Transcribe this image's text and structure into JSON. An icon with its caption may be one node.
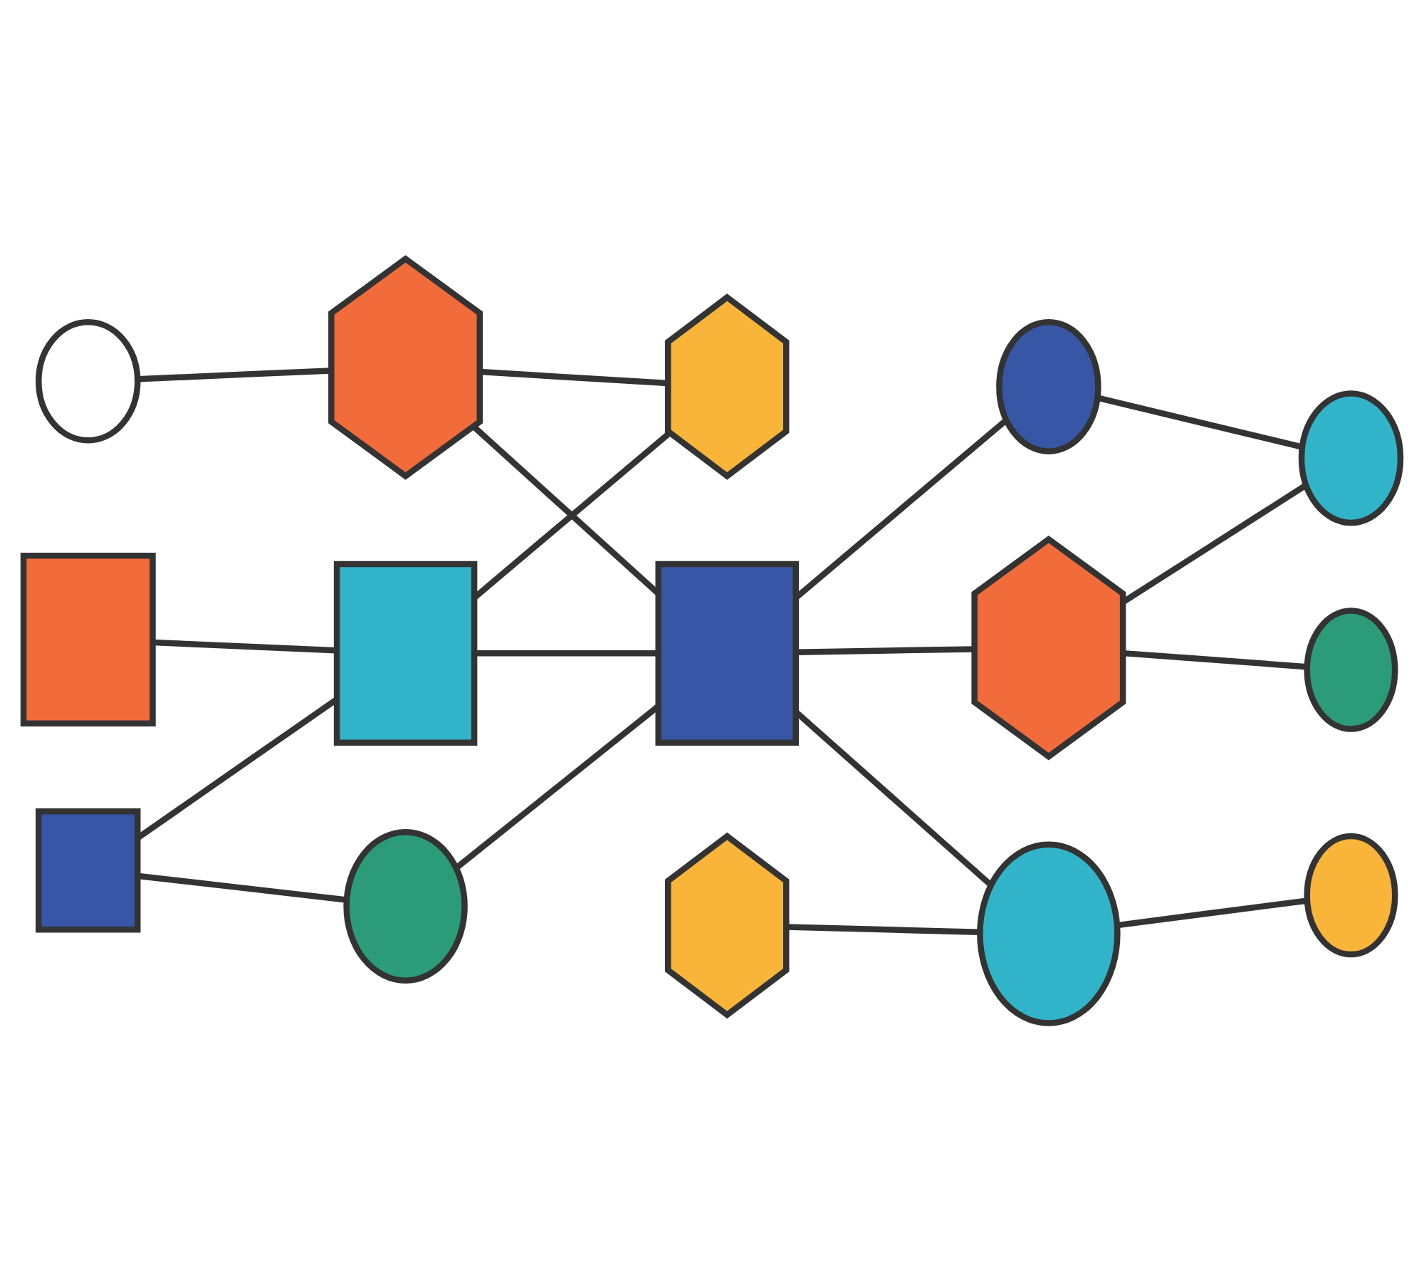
{
  "diagram": {
    "nodes": [
      {
        "text": [],
        "shape": "circle"
      },
      {
        "text": [],
        "shape": "hexagon"
      },
      {
        "text": [],
        "shape": "hexagon"
      },
      {
        "text": [],
        "shape": "circle"
      },
      {
        "text": [],
        "shape": "circle"
      },
      {
        "text": [],
        "shape": "box"
      },
      {
        "text": [],
        "shape": "box"
      },
      {
        "text": [],
        "shape": "box"
      },
      {
        "text": [],
        "shape": "hexagon"
      },
      {
        "text": [],
        "shape": "circle"
      },
      {
        "text": [],
        "shape": "hexagon"
      },
      {
        "text": [],
        "shape": "circle"
      },
      {
        "text": [],
        "shape": "circle"
      },
      {
        "text": [],
        "shape": "box"
      },
      {
        "text": [],
        "shape": "circle"
      }
    ],
    "edges": [
      {
        "from": 0,
        "to": 1,
        "arrow": "none"
      },
      {
        "from": 1,
        "to": 2,
        "arrow": "none"
      },
      {
        "from": 1,
        "to": 7,
        "arrow": "none"
      },
      {
        "from": 6,
        "to": 2,
        "arrow": "none"
      },
      {
        "from": 5,
        "to": 6,
        "arrow": "none"
      },
      {
        "from": 6,
        "to": 7,
        "arrow": "none"
      },
      {
        "from": 13,
        "to": 6,
        "arrow": "none"
      },
      {
        "from": 13,
        "to": 14,
        "arrow": "none"
      },
      {
        "from": 14,
        "to": 7,
        "arrow": "none"
      },
      {
        "from": 7,
        "to": 3,
        "arrow": "none"
      },
      {
        "from": 3,
        "to": 4,
        "arrow": "none"
      },
      {
        "from": 7,
        "to": 8,
        "arrow": "none"
      },
      {
        "from": 8,
        "to": 4,
        "arrow": "none"
      },
      {
        "from": 8,
        "to": 9,
        "arrow": "none"
      },
      {
        "from": 7,
        "to": 11,
        "arrow": "none"
      },
      {
        "from": 10,
        "to": 11,
        "arrow": "none"
      },
      {
        "from": 11,
        "to": 12,
        "arrow": "none"
      }
    ]
  }
}
